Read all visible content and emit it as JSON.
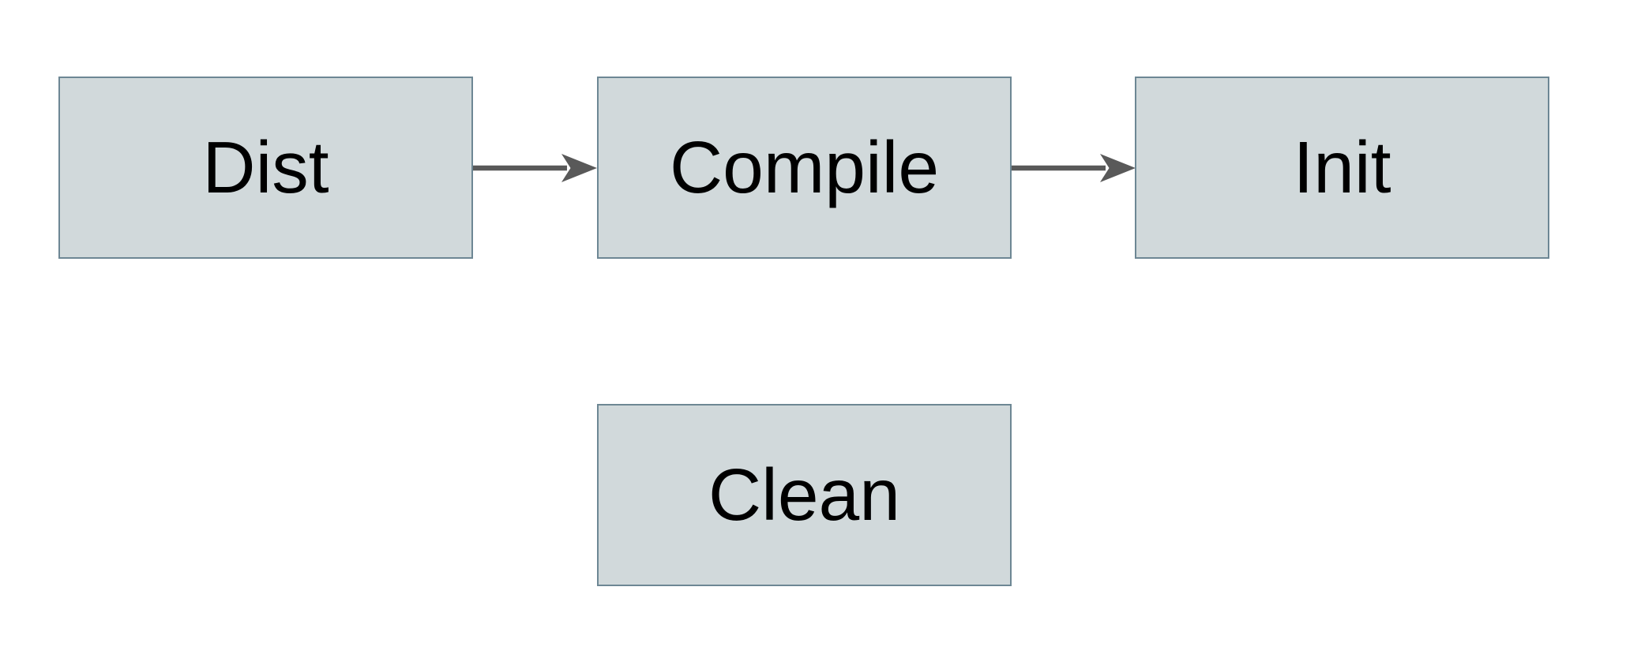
{
  "diagram": {
    "background": "#ffffff",
    "colors": {
      "node_fill": "#d1d9db",
      "node_border": "#6d8794",
      "arrow": "#595959",
      "text": "#000000"
    },
    "nodes": [
      {
        "id": "dist",
        "label": "Dist"
      },
      {
        "id": "compile",
        "label": "Compile"
      },
      {
        "id": "init",
        "label": "Init"
      },
      {
        "id": "clean",
        "label": "Clean"
      }
    ],
    "edges": [
      {
        "from": "dist",
        "to": "compile",
        "style": "stealth-arrow-right"
      },
      {
        "from": "compile",
        "to": "init",
        "style": "stealth-arrow-right"
      }
    ]
  }
}
